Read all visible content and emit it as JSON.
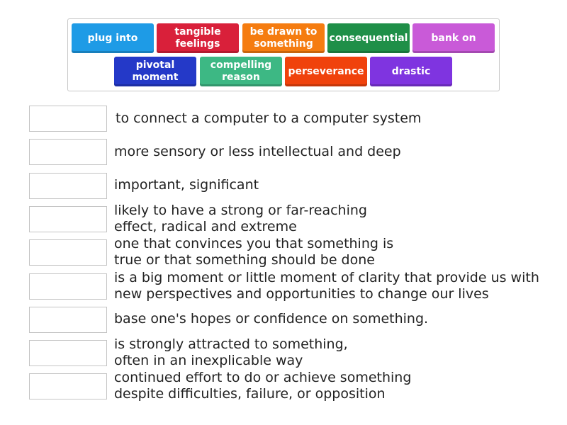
{
  "tiles": [
    {
      "label": "plug into",
      "color": "#1e9be6"
    },
    {
      "label": "tangible feelings",
      "color": "#d9203a"
    },
    {
      "label": "be drawn to something",
      "color": "#f57c10"
    },
    {
      "label": "consequential",
      "color": "#1f8f48"
    },
    {
      "label": "bank on",
      "color": "#c95ad8"
    },
    {
      "label": "pivotal moment",
      "color": "#2439c8"
    },
    {
      "label": "compelling reason",
      "color": "#3db884"
    },
    {
      "label": "perseverance",
      "color": "#f0420c"
    },
    {
      "label": "drastic",
      "color": "#7f34e0"
    }
  ],
  "definitions": [
    "to connect a computer to a computer system",
    "more sensory or less intellectual and deep",
    "important, significant",
    "likely to have a strong or far-reaching effect, radical and extreme",
    "one that convinces you that something is true or that something should be done",
    "is a big moment or little moment of clarity that provide us with new perspectives and opportunities to change our lives",
    "base one's hopes or confidence on something.",
    "is strongly attracted to something, often in an inexplicable way",
    "continued effort to do or achieve something despite difficulties, failure, or opposition"
  ]
}
